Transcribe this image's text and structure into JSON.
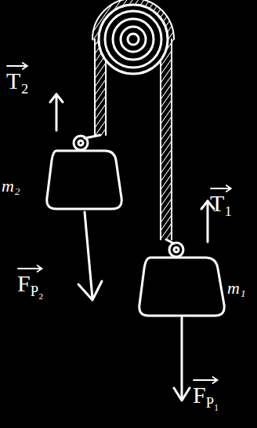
{
  "diagram": {
    "labels": [
      "T₂",
      "m₂",
      "FP₂",
      "T₁",
      "FP₁",
      "m₁"
    ]
  }
}
